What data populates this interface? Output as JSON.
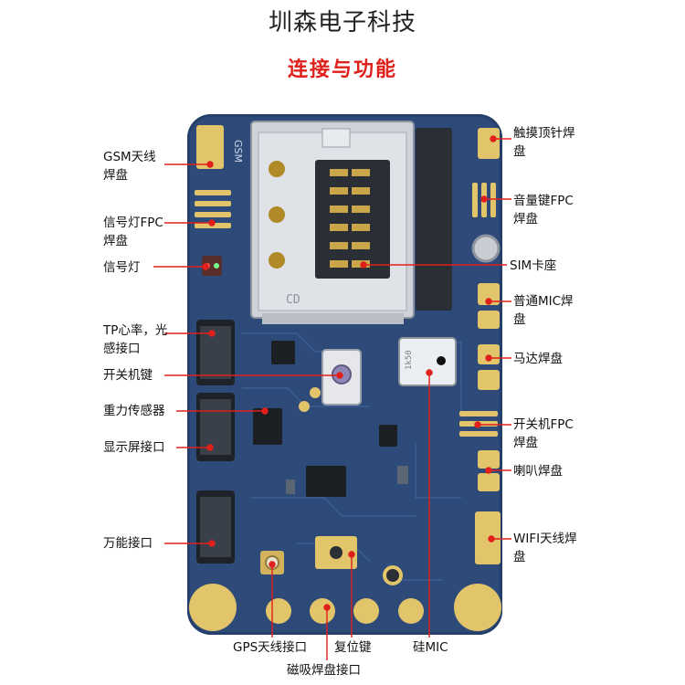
{
  "header": {
    "brand": "圳森电子科技",
    "section": "连接与功能"
  },
  "silkscreen": {
    "gsm": "GSM",
    "cd": "CD",
    "mic_code": "1k50"
  },
  "labels": {
    "gsm_pad_1": "GSM天线",
    "gsm_pad_2": "焊盘",
    "signal_fpc_1": "信号灯FPC",
    "signal_fpc_2": "焊盘",
    "signal_led": "信号灯",
    "tp_1": "TP心率，光",
    "tp_2": "感接口",
    "power_key": "开关机键",
    "gravity": "重力传感器",
    "display": "显示屏接口",
    "universal": "万能接口",
    "gps": "GPS天线接口",
    "magnet": "磁吸焊盘接口",
    "reset": "复位键",
    "si_mic": "硅MIC",
    "touch_1": "触摸顶针焊",
    "touch_2": "盘",
    "volume_1": "音量键FPC",
    "volume_2": "焊盘",
    "sim": "SIM卡座",
    "mic_1": "普通MIC焊",
    "mic_2": "盘",
    "motor": "马达焊盘",
    "power_fpc_1": "开关机FPC",
    "power_fpc_2": "焊盘",
    "speaker": "喇叭焊盘",
    "wifi_1": "WIFI天线焊",
    "wifi_2": "盘"
  },
  "colors": {
    "pcb": "#2d4a78",
    "gold": "#e2c46b",
    "leader": "#e0201b"
  }
}
